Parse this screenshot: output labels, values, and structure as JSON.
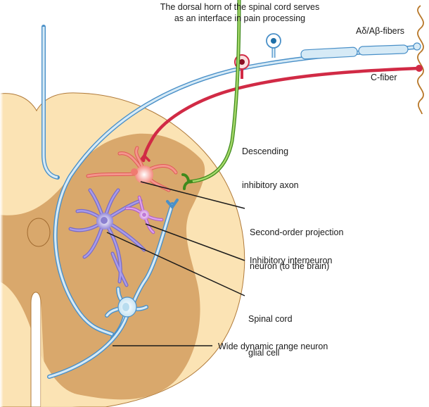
{
  "title": {
    "line1": "The dorsal horn of the spinal cord serves",
    "line2": "as an interface in pain processing"
  },
  "labels": {
    "a_fibers": "Aδ/Aβ-fibers",
    "c_fiber": "C-fiber",
    "descending": {
      "line1": "Descending",
      "line2": "inhibitory axon"
    },
    "projection": {
      "line1": "Second-order projection",
      "line2": "neuron (to the brain)"
    },
    "interneuron": "Inhibitory interneuron",
    "glial": {
      "line1": "Spinal cord",
      "line2": "glial cell"
    },
    "wdr": "Wide dynamic range neuron"
  },
  "colors": {
    "white_matter": "#fbe3b4",
    "gray_matter": "#d9a86c",
    "outline": "#b07a3a",
    "a_fiber": "#4a90c8",
    "a_fiber_fill": "#d6eaf6",
    "c_fiber": "#d12a45",
    "descending_axon": "#5aa02c",
    "projection_neuron": "#f07a70",
    "interneuron": "#c07ad6",
    "glial_cell": "#8a7fd0",
    "wdr_neuron": "#bfe0f2",
    "skin_nerve": "#b8782a",
    "leader_line": "#1a1a1a"
  }
}
